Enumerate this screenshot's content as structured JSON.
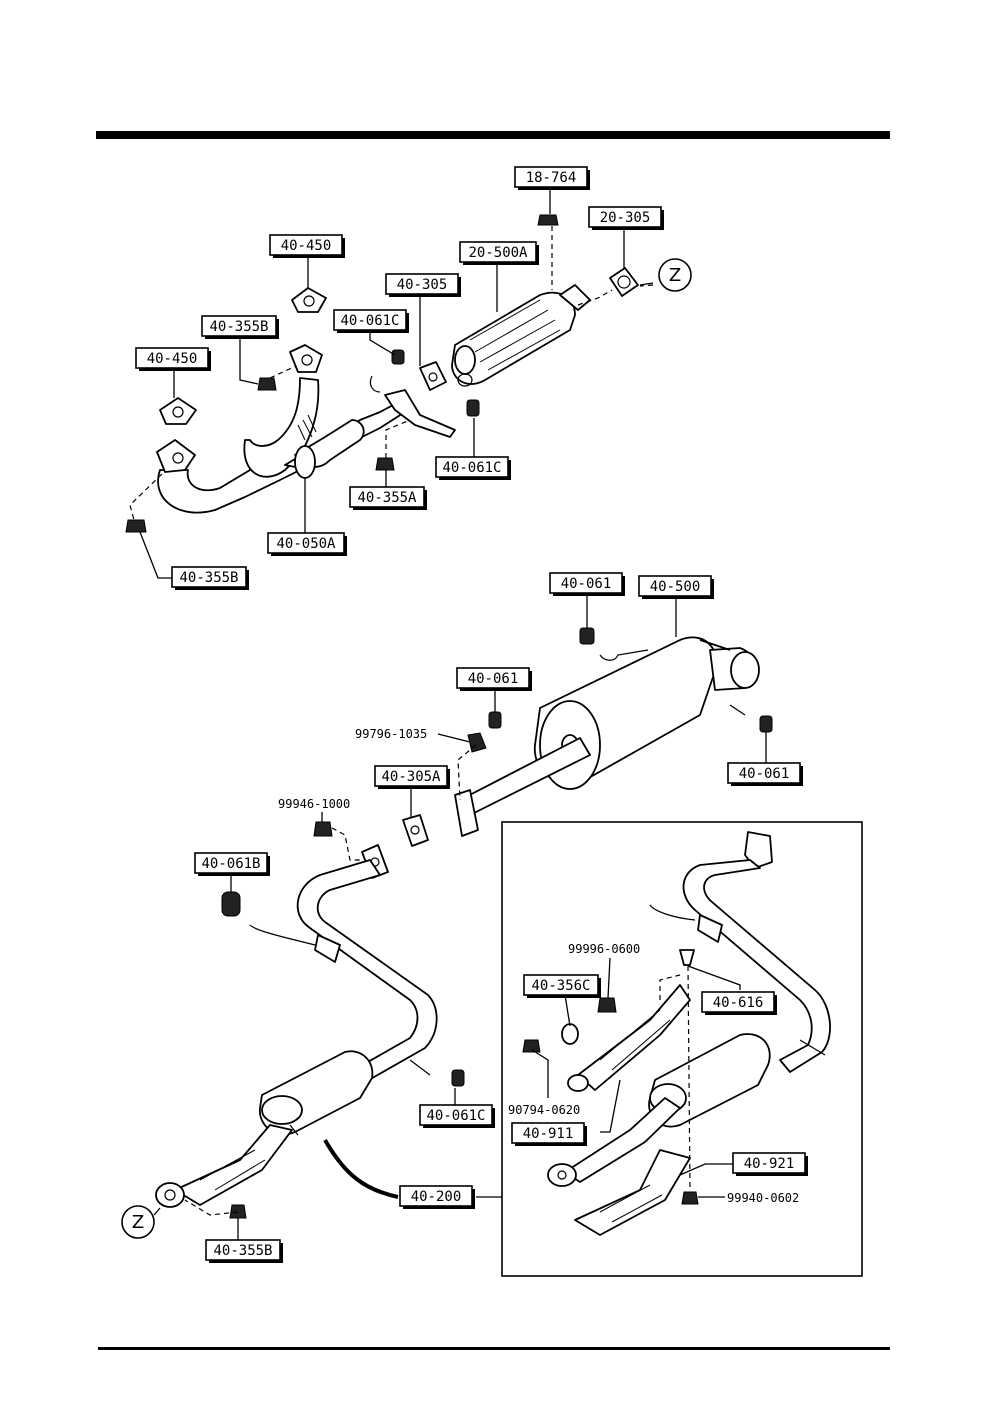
{
  "part_numbers": {
    "p18_764": "18-764",
    "p20_305": "20-305",
    "p20_500A": "20-500A",
    "p40_450_top": "40-450",
    "p40_305": "40-305",
    "p40_061C_top": "40-061C",
    "p40_355B_top": "40-355B",
    "p40_450_left": "40-450",
    "p40_061C_mid": "40-061C",
    "p40_355A": "40-355A",
    "p40_050A": "40-050A",
    "p40_355B_left": "40-355B",
    "p40_061_top": "40-061",
    "p40_500": "40-500",
    "p40_061_mid": "40-061",
    "p40_061_right": "40-061",
    "p40_305A": "40-305A",
    "p40_061B": "40-061B",
    "p40_061C_low": "40-061C",
    "p40_200": "40-200",
    "p40_355B_bottom": "40-355B",
    "p40_356C": "40-356C",
    "p40_616": "40-616",
    "p40_911": "40-911",
    "p40_921": "40-921"
  },
  "loose_numbers": {
    "n99796_1035": "99796-1035",
    "n99946_1000": "99946-1000",
    "n99996_0600": "99996-0600",
    "n90794_0620": "90794-0620",
    "n99940_0602": "99940-0602"
  },
  "connectors": {
    "z_top": "Z",
    "z_bottom": "Z"
  }
}
